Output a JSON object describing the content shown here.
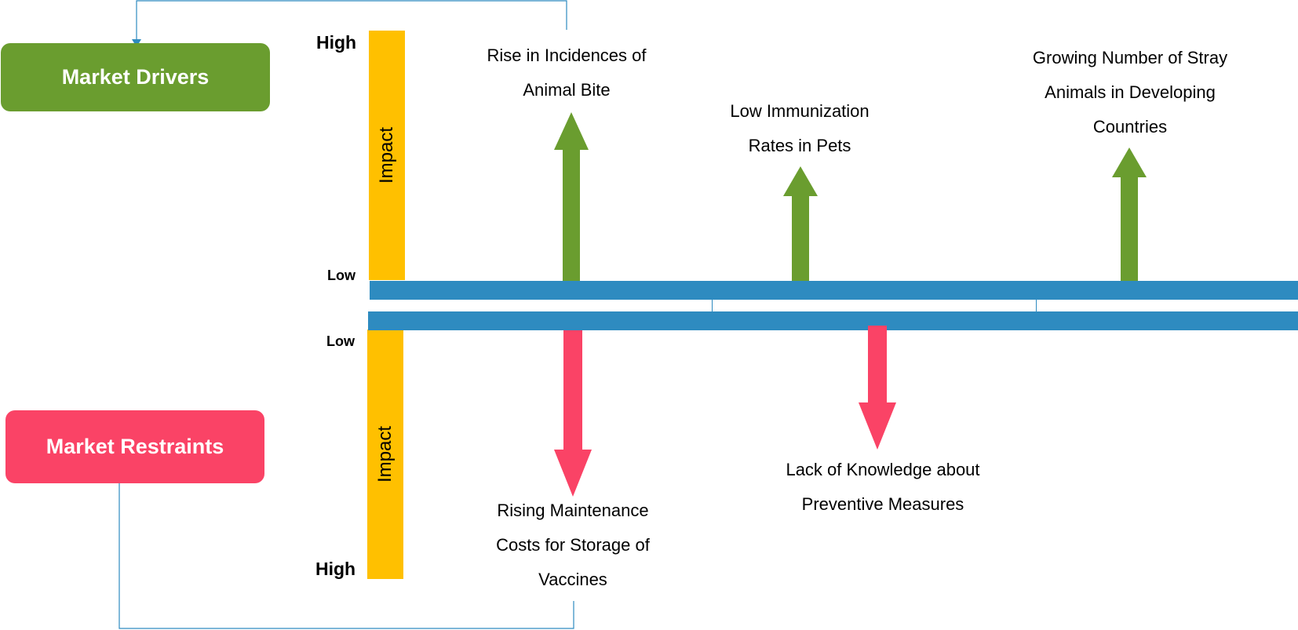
{
  "boxes": {
    "drivers": "Market Drivers",
    "restraints": "Market Restraints"
  },
  "impact": {
    "label": "Impact",
    "high": "High",
    "low": "Low"
  },
  "drivers": [
    {
      "lines": [
        "Rise in Incidences of",
        "Animal Bite"
      ]
    },
    {
      "lines": [
        "Low Immunization",
        "Rates in Pets"
      ]
    },
    {
      "lines": [
        "Growing Number of Stray",
        "Animals in Developing",
        "Countries"
      ]
    }
  ],
  "restraints": [
    {
      "lines": [
        "Rising Maintenance",
        "Costs for Storage of",
        "Vaccines"
      ]
    },
    {
      "lines": [
        "Lack of Knowledge about",
        "Preventive Measures"
      ]
    }
  ],
  "colors": {
    "driver": "#6a9d2f",
    "restraint": "#fa4366",
    "axis": "#2e8bc0",
    "impact": "#ffc000"
  }
}
